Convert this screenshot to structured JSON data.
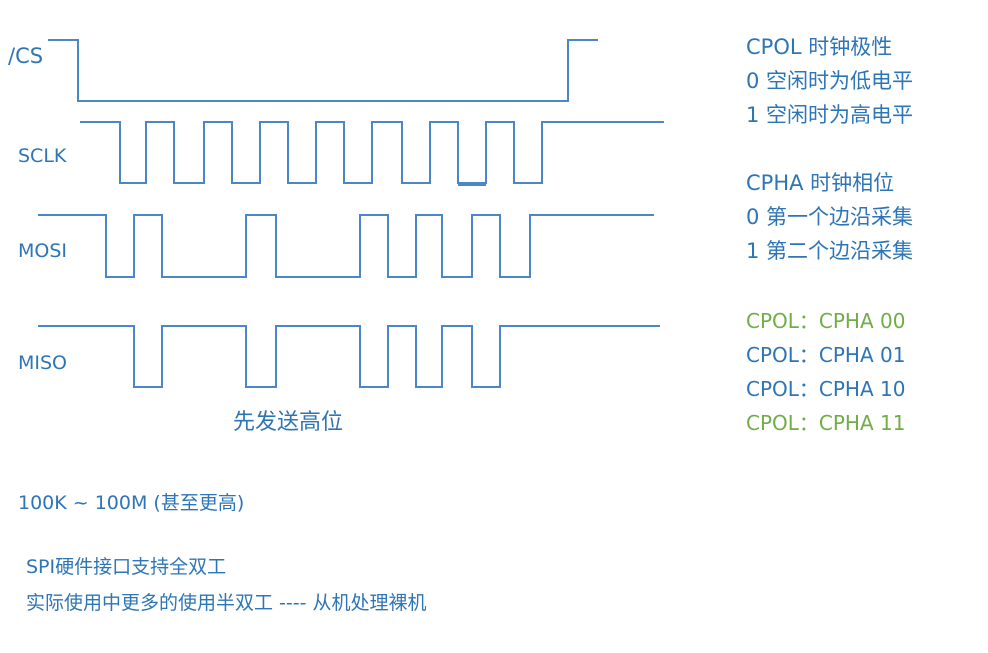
{
  "signals": {
    "cs": "/CS",
    "sclk": "SCLK",
    "mosi": "MOSI",
    "miso": "MISO"
  },
  "msb_note": "先发送高位",
  "cpol": {
    "title": "CPOL  时钟极性",
    "item0": "0   空闲时为低电平",
    "item1": "1   空闲时为高电平"
  },
  "cpha": {
    "title": "CPHA  时钟相位",
    "item0": "0    第一个边沿采集",
    "item1": "1    第二个边沿采集"
  },
  "modes": [
    "CPOL：CPHA  00",
    "CPOL：CPHA  01",
    "CPOL：CPHA  10",
    "CPOL：CPHA  11"
  ],
  "speed_note": "100K  ~   100M (甚至更高)",
  "duplex_line1": "SPI硬件接口支持全双工",
  "duplex_line2": "实际使用中更多的使用半双工    ---- 从机处理裸机",
  "colors": {
    "blue": "#2e75b6",
    "wave": "#4a86c8",
    "green": "#70ad47"
  }
}
